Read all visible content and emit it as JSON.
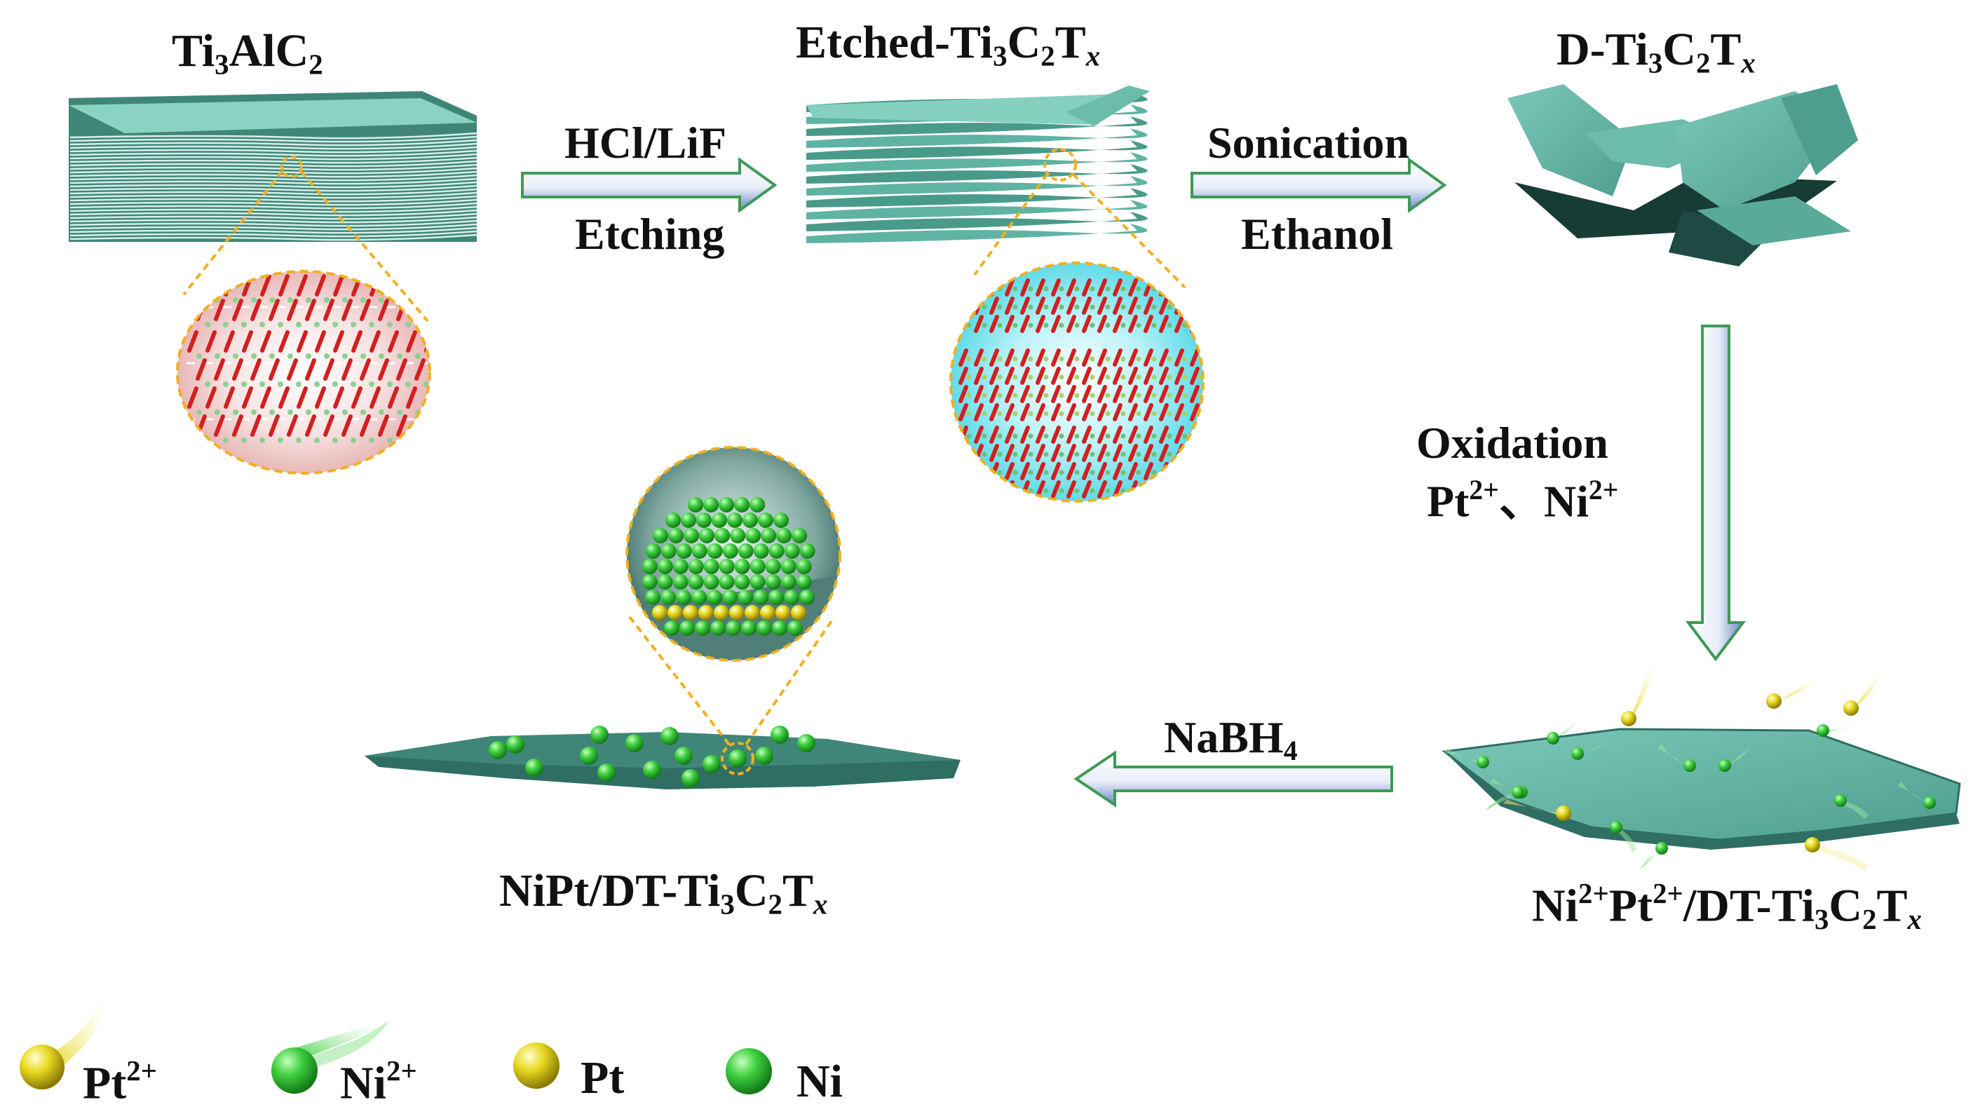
{
  "stages": {
    "max": {
      "base": "Ti",
      "sub1": "3",
      "mid": "AlC",
      "sub2": "2"
    },
    "etched": {
      "prefix": "Etched-Ti",
      "sub1": "3",
      "mid1": "C",
      "sub2": "2",
      "mid2": "T",
      "ital": "x"
    },
    "delaminated": {
      "prefix": "D-Ti",
      "sub1": "3",
      "mid1": "C",
      "sub2": "2",
      "mid2": "T",
      "ital": "x"
    },
    "ion_loaded": {
      "p1": "Ni",
      "sup1": "2+",
      "p2": "Pt",
      "sup2": "2+",
      "p3": "/DT-Ti",
      "sub1": "3",
      "mid1": "C",
      "sub2": "2",
      "mid2": "T",
      "ital": "x"
    },
    "product": {
      "p1": "NiPt/DT-Ti",
      "sub1": "3",
      "mid1": "C",
      "sub2": "2",
      "mid2": "T",
      "ital": "x"
    }
  },
  "steps": {
    "etch": {
      "top": "HCl/LiF",
      "bottom": "Etching"
    },
    "sonicate": {
      "top": "Sonication",
      "bottom": "Ethanol"
    },
    "oxidation": {
      "line1": "Oxidation",
      "pt": "Pt",
      "pt_sup": "2+",
      "sep": "、",
      "ni": "Ni",
      "ni_sup": "2+"
    },
    "reduce": {
      "base": "NaBH",
      "sub": "4"
    }
  },
  "legend": [
    {
      "icon": "pt-ion-icon",
      "text": "Pt",
      "sup": "2+"
    },
    {
      "icon": "ni-ion-icon",
      "text": "Ni",
      "sup": "2+"
    },
    {
      "icon": "pt-atom-icon",
      "text": "Pt",
      "sup": ""
    },
    {
      "icon": "ni-atom-icon",
      "text": "Ni",
      "sup": ""
    }
  ],
  "colors": {
    "mxene": "#5fb3a3",
    "mxene_dark": "#2f6e62",
    "pt": "#e8d820",
    "ni": "#3fcf3f",
    "arrow_fill": "#ffffff",
    "arrow_accent": "#6d86c9",
    "arrow_outline": "#3d9a55",
    "zoom_ring": "#f0b020"
  }
}
